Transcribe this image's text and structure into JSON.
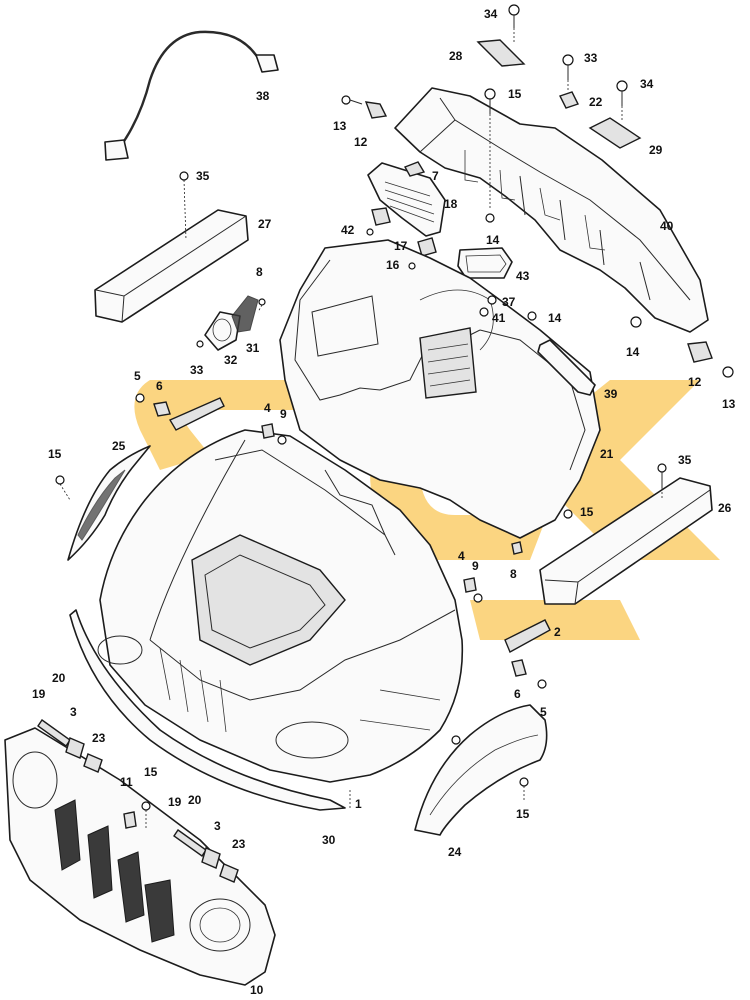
{
  "diagram": {
    "callouts": [
      {
        "id": "c34a",
        "text": "34"
      },
      {
        "id": "c28",
        "text": "28"
      },
      {
        "id": "c33a",
        "text": "33"
      },
      {
        "id": "c22",
        "text": "22"
      },
      {
        "id": "c34b",
        "text": "34"
      },
      {
        "id": "c15a",
        "text": "15"
      },
      {
        "id": "c13a",
        "text": "13"
      },
      {
        "id": "c12a",
        "text": "12"
      },
      {
        "id": "c29",
        "text": "29"
      },
      {
        "id": "c38",
        "text": "38"
      },
      {
        "id": "c35a",
        "text": "35"
      },
      {
        "id": "c7",
        "text": "7"
      },
      {
        "id": "c18",
        "text": "18"
      },
      {
        "id": "c14a",
        "text": "14"
      },
      {
        "id": "c40",
        "text": "40"
      },
      {
        "id": "c27",
        "text": "27"
      },
      {
        "id": "c42",
        "text": "42"
      },
      {
        "id": "c17",
        "text": "17"
      },
      {
        "id": "c16",
        "text": "16"
      },
      {
        "id": "c8a",
        "text": "8"
      },
      {
        "id": "c43",
        "text": "43"
      },
      {
        "id": "c37",
        "text": "37"
      },
      {
        "id": "c41",
        "text": "41"
      },
      {
        "id": "c14b",
        "text": "14"
      },
      {
        "id": "c31",
        "text": "31"
      },
      {
        "id": "c32",
        "text": "32"
      },
      {
        "id": "c33b",
        "text": "33"
      },
      {
        "id": "c14c",
        "text": "14"
      },
      {
        "id": "c12b",
        "text": "12"
      },
      {
        "id": "c13b",
        "text": "13"
      },
      {
        "id": "c5a",
        "text": "5"
      },
      {
        "id": "c6a",
        "text": "6"
      },
      {
        "id": "c39",
        "text": "39"
      },
      {
        "id": "c4a",
        "text": "4"
      },
      {
        "id": "c9a",
        "text": "9"
      },
      {
        "id": "c25",
        "text": "25"
      },
      {
        "id": "c15b",
        "text": "15"
      },
      {
        "id": "c21",
        "text": "21"
      },
      {
        "id": "c35b",
        "text": "35"
      },
      {
        "id": "c26",
        "text": "26"
      },
      {
        "id": "c15c",
        "text": "15"
      },
      {
        "id": "c4b",
        "text": "4"
      },
      {
        "id": "c9b",
        "text": "9"
      },
      {
        "id": "c8b",
        "text": "8"
      },
      {
        "id": "c2",
        "text": "2"
      },
      {
        "id": "c20a",
        "text": "20"
      },
      {
        "id": "c19a",
        "text": "19"
      },
      {
        "id": "c3a",
        "text": "3"
      },
      {
        "id": "c23a",
        "text": "23"
      },
      {
        "id": "c6b",
        "text": "6"
      },
      {
        "id": "c5b",
        "text": "5"
      },
      {
        "id": "c11",
        "text": "11"
      },
      {
        "id": "c15d",
        "text": "15"
      },
      {
        "id": "c19b",
        "text": "19"
      },
      {
        "id": "c20b",
        "text": "20"
      },
      {
        "id": "c1",
        "text": "1"
      },
      {
        "id": "c15e",
        "text": "15"
      },
      {
        "id": "c3b",
        "text": "3"
      },
      {
        "id": "c30",
        "text": "30"
      },
      {
        "id": "c24",
        "text": "24"
      },
      {
        "id": "c23b",
        "text": "23"
      },
      {
        "id": "c10",
        "text": "10"
      }
    ]
  },
  "colors": {
    "line": "#1c1c1c",
    "watermark_orange": "#f7b21a",
    "watermark_blue": "#3f6db5"
  }
}
